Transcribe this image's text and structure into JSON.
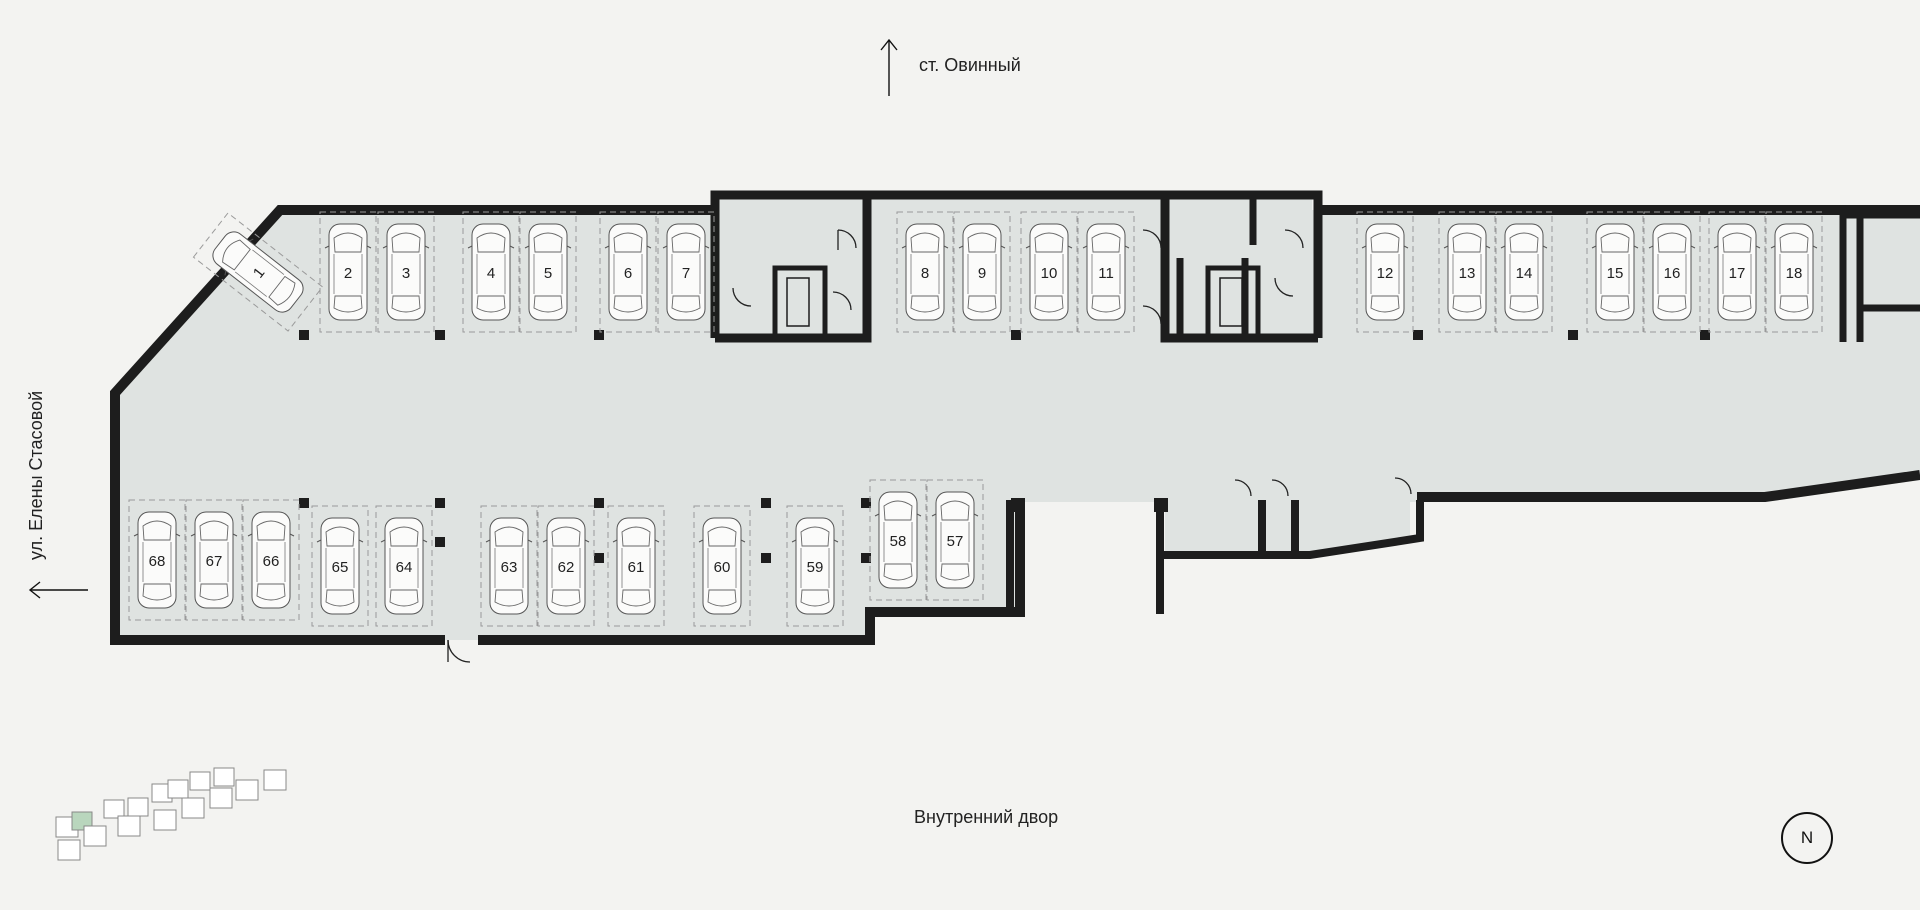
{
  "labels": {
    "north_street": "ст. Овинный",
    "west_street": "ул. Елены Стасовой",
    "courtyard": "Внутренний двор",
    "compass": "N"
  },
  "colors": {
    "background": "#f3f3f1",
    "floor": "#dfe3e1",
    "walls": "#1d1d1d",
    "slot_lines": "#9a9a9a",
    "active_building": "#b9d6bd"
  },
  "parking_spots": [
    "1",
    "2",
    "3",
    "4",
    "5",
    "6",
    "7",
    "8",
    "9",
    "10",
    "11",
    "12",
    "13",
    "14",
    "15",
    "16",
    "17",
    "18",
    "57",
    "58",
    "59",
    "60",
    "61",
    "62",
    "63",
    "64",
    "65",
    "66",
    "67",
    "68"
  ]
}
